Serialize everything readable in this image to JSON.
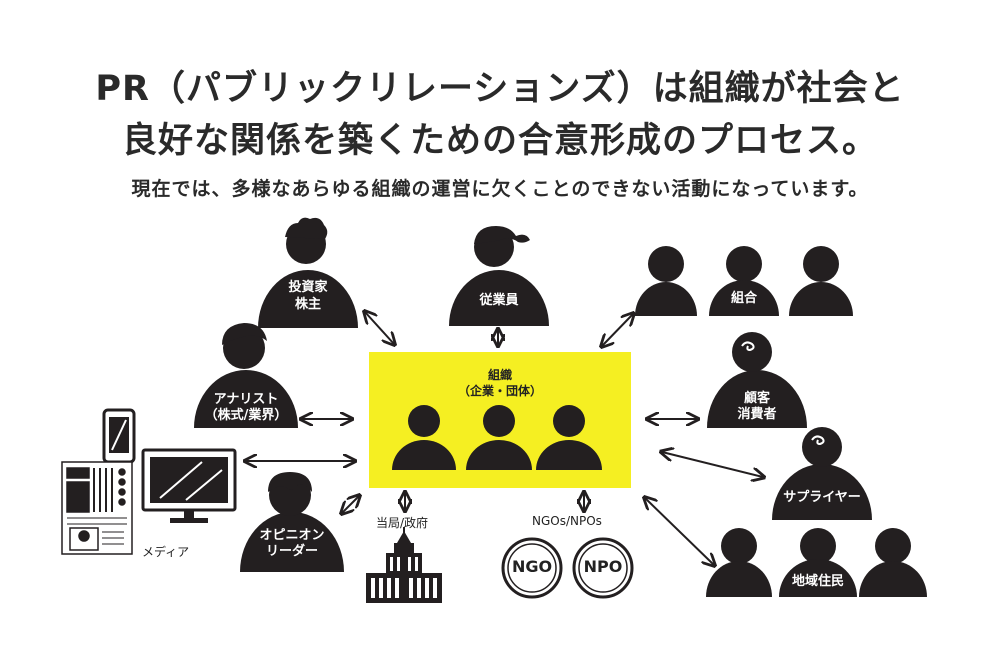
{
  "header": {
    "line1": "PR（パブリックリレーションズ）は組織が社会と",
    "line2": "良好な関係を築くための合意形成のプロセス。",
    "line3": "現在では、多様なあらゆる組織の運営に欠くことのできない活動になっています。"
  },
  "center": {
    "title": "組織",
    "subtitle": "（企業・団体）",
    "fill": "#f5ef22"
  },
  "stakeholders": {
    "investor": [
      "投資家",
      "株主"
    ],
    "employee": "従業員",
    "union": "組合",
    "analyst": [
      "アナリスト",
      "（株式/業界）"
    ],
    "customer": [
      "顧客",
      "消費者"
    ],
    "supplier": "サプライヤー",
    "opinion_leader": [
      "オピニオン",
      "リーダー"
    ],
    "residents": "地域住民"
  },
  "captions": {
    "media": "メディア",
    "government": "当局/政府",
    "ngo_npo": "NGOs/NPOs",
    "ngo_badge": "NGO",
    "npo_badge": "NPO"
  },
  "colors": {
    "figure": "#231f20",
    "accent": "#f5ef22"
  }
}
